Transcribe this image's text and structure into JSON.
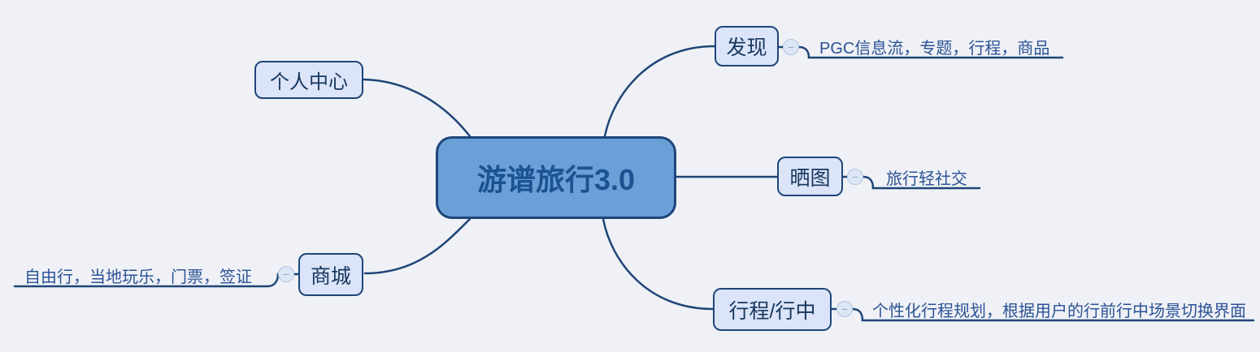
{
  "mindmap": {
    "root": {
      "label": "游谱旅行3.0"
    },
    "branches": [
      {
        "label": "个人中心",
        "children": []
      },
      {
        "label": "发现",
        "children": [
          {
            "label": "PGC信息流，专题，行程，商品"
          }
        ]
      },
      {
        "label": "晒图",
        "children": [
          {
            "label": "旅行轻社交"
          }
        ]
      },
      {
        "label": "行程/行中",
        "children": [
          {
            "label": "个性化行程规划，根据用户的行前行中场景切换界面"
          }
        ]
      },
      {
        "label": "商城",
        "children": [
          {
            "label": "自由行，当地玩乐，门票，签证"
          }
        ]
      }
    ],
    "collapse_glyph": "−",
    "colors": {
      "background": "#eff1f6",
      "root_fill": "#6b9fd8",
      "root_text": "#1b5291",
      "node_fill": "#dbe4f8",
      "node_border": "#1e4679",
      "node_text": "#17375e",
      "child_text": "#2b5295",
      "edge_line": "#1f4577",
      "collapse_fill": "#dde6f5",
      "collapse_border": "#b3c5e2"
    }
  }
}
